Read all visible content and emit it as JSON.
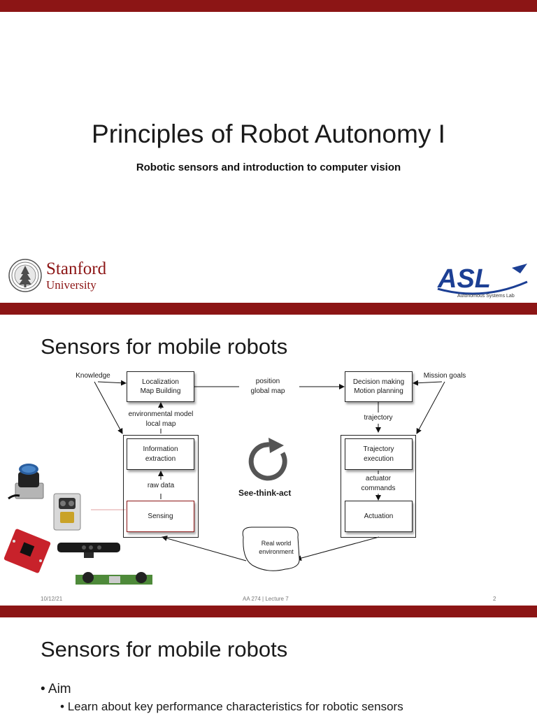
{
  "slide1": {
    "title": "Principles of Robot Autonomy I",
    "subtitle": "Robotic sensors and introduction to computer vision",
    "stanford": {
      "name": "Stanford",
      "university": "University"
    },
    "asl": {
      "logo_text": "ASL",
      "caption": "Autonomous Systems Lab"
    }
  },
  "slide2": {
    "title": "Sensors for mobile robots",
    "boxes": {
      "localization": "Localization\nMap Building",
      "decision": "Decision making\nMotion planning",
      "information": "Information\nextraction",
      "trajectory_exec": "Trajectory\nexecution",
      "sensing": "Sensing",
      "actuation": "Actuation",
      "environment": "Real world\nenvironment"
    },
    "labels": {
      "knowledge": "Knowledge",
      "mission_goals": "Mission goals",
      "position": "position\nglobal map",
      "env_model": "environmental model\nlocal map",
      "trajectory": "trajectory",
      "raw_data": "raw data",
      "actuator_commands": "actuator\ncommands",
      "see_think_act": "See-think-act"
    },
    "footer": {
      "date": "10/12/21",
      "course": "AA 274 | Lecture 7",
      "page": "2"
    }
  },
  "slide3": {
    "title": "Sensors for mobile robots",
    "bullet1": "Aim",
    "bullet2": "Learn about key performance characteristics for robotic sensors"
  },
  "colors": {
    "stanford_red": "#8c1515",
    "asl_blue": "#1c3f94"
  }
}
